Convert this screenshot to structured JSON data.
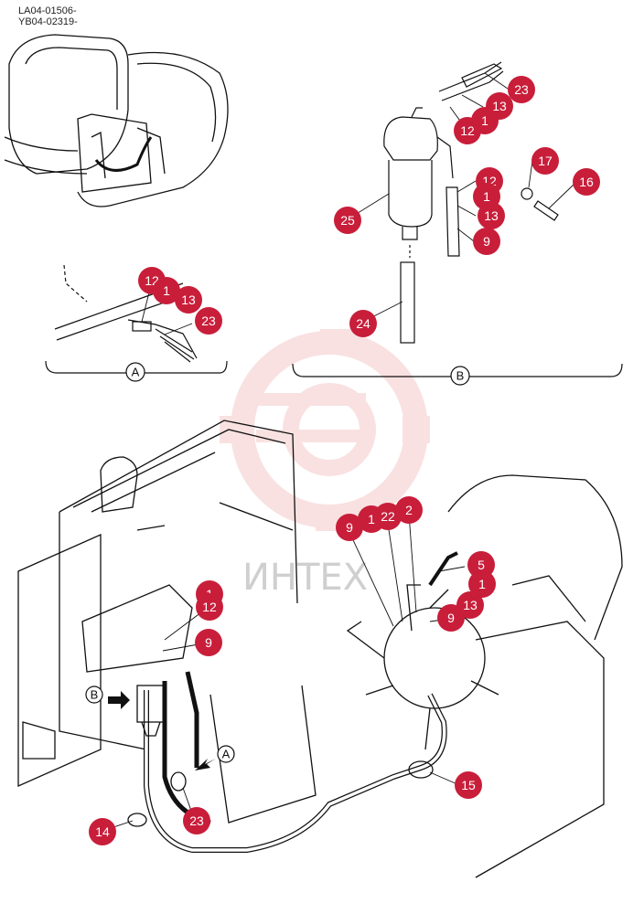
{
  "header": {
    "code_lines": [
      "LA04-01506-",
      "YB04-02319-"
    ]
  },
  "watermark": {
    "text": "ИНТЕХ",
    "color": "#f5c9c9"
  },
  "colors": {
    "callout": "#c81e3a",
    "line": "#111111"
  },
  "views": [
    {
      "id": "view-a",
      "label": "A"
    },
    {
      "id": "view-b",
      "label": "B"
    }
  ],
  "view_arrows": [
    {
      "id": "arrow-b",
      "label": "B"
    },
    {
      "id": "arrow-a",
      "label": "A"
    }
  ],
  "callouts": [
    {
      "id": "c1",
      "label": "23"
    },
    {
      "id": "c2",
      "label": "13"
    },
    {
      "id": "c3",
      "label": "12"
    },
    {
      "id": "c4",
      "label": "1"
    },
    {
      "id": "c5",
      "label": "17"
    },
    {
      "id": "c6",
      "label": "16"
    },
    {
      "id": "c7",
      "label": "12"
    },
    {
      "id": "c8",
      "label": "1"
    },
    {
      "id": "c9",
      "label": "13"
    },
    {
      "id": "c10",
      "label": "25"
    },
    {
      "id": "c11",
      "label": "9"
    },
    {
      "id": "c12",
      "label": "24"
    },
    {
      "id": "c13",
      "label": "12"
    },
    {
      "id": "c14",
      "label": "1"
    },
    {
      "id": "c15",
      "label": "13"
    },
    {
      "id": "c16",
      "label": "23"
    },
    {
      "id": "c17",
      "label": "9"
    },
    {
      "id": "c18",
      "label": "1"
    },
    {
      "id": "c19",
      "label": "22"
    },
    {
      "id": "c20",
      "label": "2"
    },
    {
      "id": "c21",
      "label": "5"
    },
    {
      "id": "c22",
      "label": "1"
    },
    {
      "id": "c23",
      "label": "13"
    },
    {
      "id": "c24",
      "label": "9"
    },
    {
      "id": "c25",
      "label": "1"
    },
    {
      "id": "c26",
      "label": "12"
    },
    {
      "id": "c27",
      "label": "9"
    },
    {
      "id": "c28",
      "label": "15"
    },
    {
      "id": "c29",
      "label": "14"
    },
    {
      "id": "c30",
      "label": "23"
    }
  ]
}
